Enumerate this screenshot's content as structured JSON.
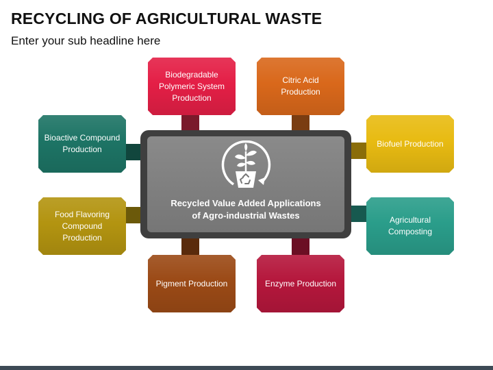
{
  "header": {
    "title": "RECYCLING OF AGRICULTURAL WASTE",
    "subtitle": "Enter your sub headline here"
  },
  "center": {
    "line1": "Recycled Value Added Applications",
    "line2": "of Agro-industrial Wastes",
    "icon": "recycle-plant-icon"
  },
  "nodes": {
    "biodegradable": {
      "label": "Biodegradable Polymeric System Production",
      "color": "#e41f46"
    },
    "citric": {
      "label": "Citric Acid Production",
      "color": "#d9681b"
    },
    "biofuel": {
      "label": "Biofuel Production",
      "color": "#e8bb12"
    },
    "composting": {
      "label": "Agricultural Composting",
      "color": "#2a9d8a"
    },
    "enzyme": {
      "label": "Enzyme Production",
      "color": "#b5173c"
    },
    "pigment": {
      "label": "Pigment Production",
      "color": "#9b4a16"
    },
    "food": {
      "label": "Food Flavoring Compound Production",
      "color": "#b39410"
    },
    "bioactive": {
      "label": "Bioactive Compound Production",
      "color": "#1d7465"
    }
  }
}
